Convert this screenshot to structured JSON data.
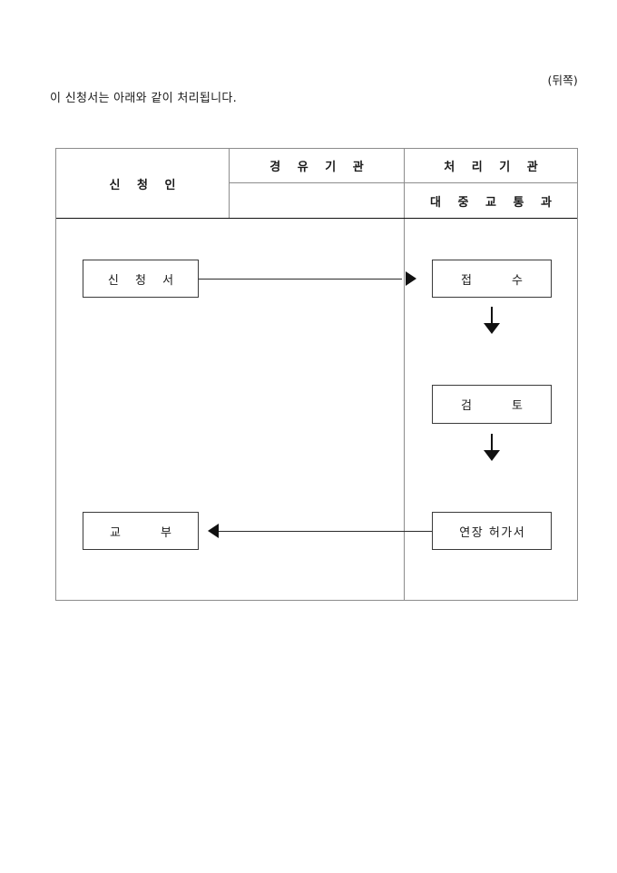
{
  "page": {
    "marker": "(뒤쪽)",
    "intro_text": "이 신청서는 아래와 같이 처리됩니다."
  },
  "table": {
    "header": {
      "applicant": "신 청 인",
      "transit_agency": "경 유 기 관",
      "processing_agency": "처 리 기 관",
      "processing_division": "대 중 교 통 과",
      "transit_agency_sub": ""
    },
    "flow": {
      "application_form": "신 청 서",
      "receipt": "접 수",
      "review": "검 토",
      "extension_permit": "연장 허가서",
      "issuance": "교 부"
    }
  },
  "colors": {
    "page_background": "#ffffff",
    "text": "#1a1a1a",
    "table_border": "#8c8c8c",
    "header_rule": "#111111",
    "box_border": "#3a3a3a",
    "connector": "#2a2a2a"
  }
}
